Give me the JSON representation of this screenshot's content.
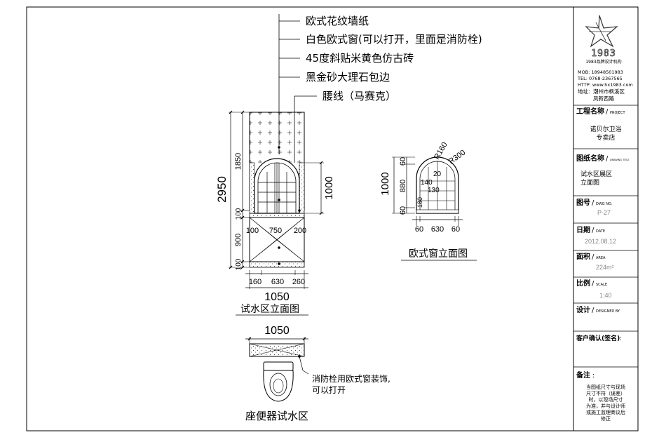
{
  "callouts": [
    "欧式花纹墙纸",
    "白色欧式窗(可以打开，里面是消防栓)",
    "45度斜贴米黄色仿古砖",
    "黑金砂大理石包边",
    "腰线（马赛克）"
  ],
  "main_elevation": {
    "total_height": "2950",
    "heights": [
      "1850",
      "100",
      "900",
      "100"
    ],
    "window_height": "1000",
    "window_widths": [
      "100",
      "750",
      "200"
    ],
    "bottom_widths": [
      "160",
      "630",
      "260"
    ],
    "total_width": "1050",
    "title": "试水区立面图"
  },
  "window_detail": {
    "heights": [
      "60",
      "880",
      "60"
    ],
    "total_height": "1000",
    "widths": [
      "60",
      "630",
      "60"
    ],
    "labels": [
      "R160",
      "R300",
      "20",
      "140",
      "130",
      "180"
    ],
    "title": "欧式窗立面图"
  },
  "plan": {
    "width": "1050",
    "note_line1": "消防栓用欧式窗装饰,",
    "note_line2": "可以打开",
    "title": "座便器试水区"
  },
  "title_block": {
    "logo_text": "1983",
    "logo_sub": "1983品牌设计机构",
    "mob": "MOB: 18948501983",
    "tel": "TEL: 0768-2367565",
    "http": "HTTP: www.hx1983.com",
    "addr_label": "地址:",
    "addr_line1": "潮州市枫溪区",
    "addr_line2": "凤新西路",
    "project_label": "工程名称",
    "project_en": "PROJECT",
    "project_line1": "诺贝尔卫浴",
    "project_line2": "专卖店",
    "drawing_label": "图纸名称",
    "drawing_en": "DRAWING TITLE",
    "drawing_line1": "试水区展区",
    "drawing_line2": "立面图",
    "dwgno_label": "图号",
    "dwgno_en": "DWG NO.",
    "dwgno": "P-27",
    "date_label": "日期",
    "date_en": "DATE",
    "date": "2012.08.12",
    "area_label": "面积",
    "area_en": "AREA",
    "area": "224m²",
    "scale_label": "比例",
    "scale_en": "SCALE",
    "scale": "1:40",
    "design_label": "设计",
    "design_en": "DESIGNED BY",
    "client_label": "客户确认(签名)",
    "client_colon": ":",
    "notes_label": "备注",
    "notes_colon": ":",
    "notes": [
      "当图纸尺寸与现场",
      "尺寸不符（误差）",
      "时，以现场尺寸",
      "为准，并与设计师",
      "或施工监理商议后",
      "修正"
    ]
  }
}
